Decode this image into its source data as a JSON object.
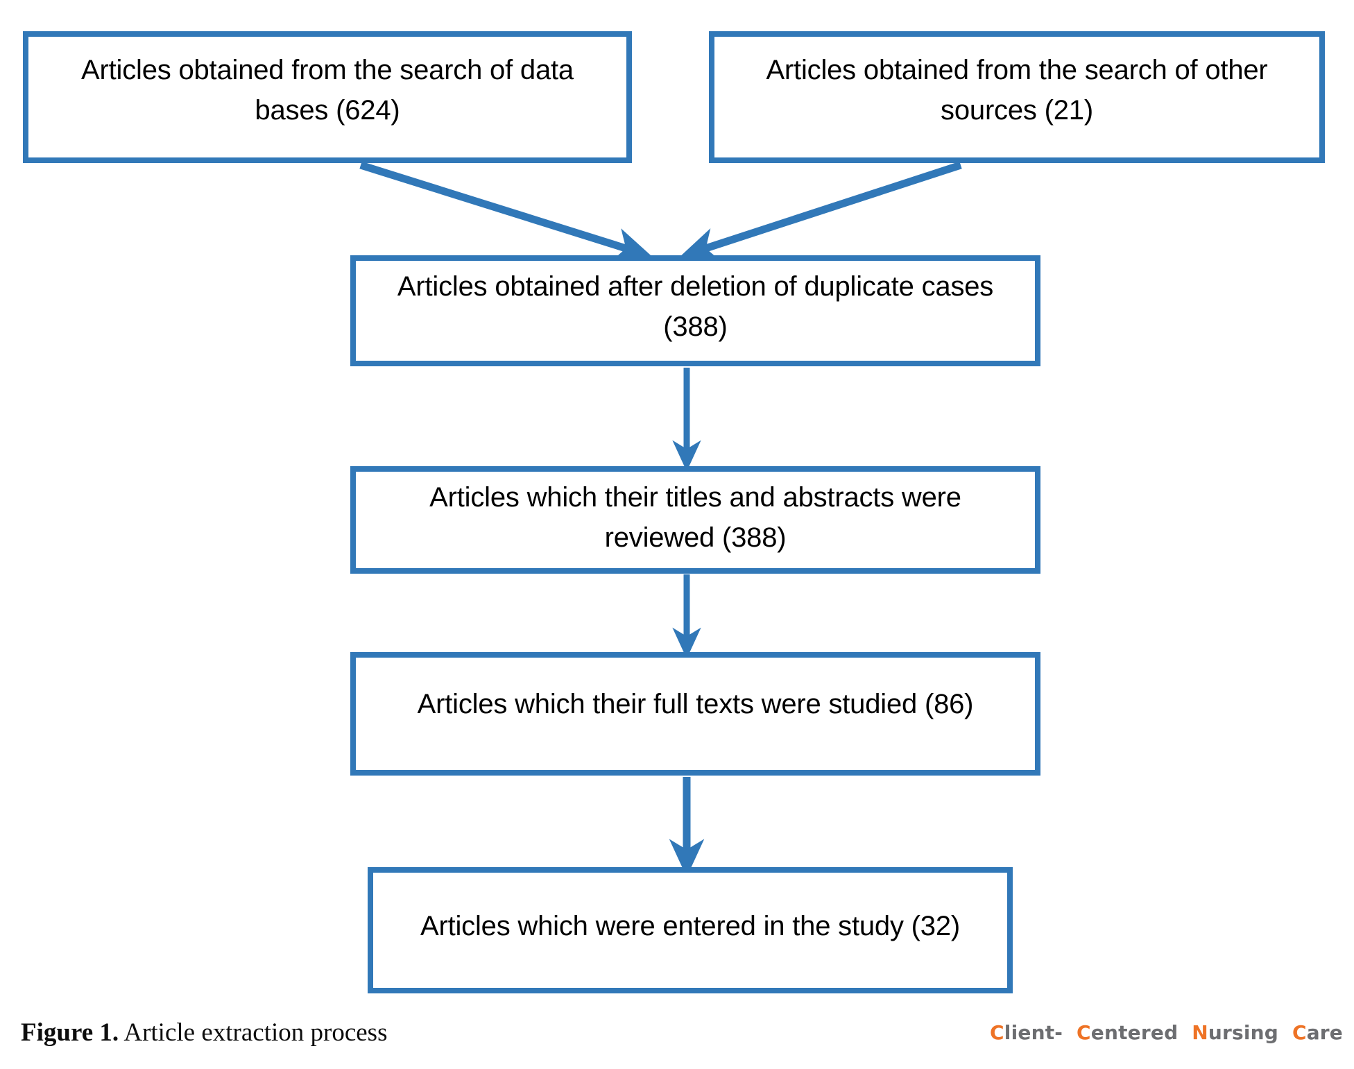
{
  "figure": {
    "caption_label": "Figure 1.",
    "caption_text": " Article extraction process",
    "accent_color": "#3178b8",
    "logo_orange": "#ee7326",
    "logo_gray": "#6d6e71"
  },
  "journal_logo": {
    "parts": [
      {
        "letter": "C",
        "rest": "lient-"
      },
      {
        "letter": "C",
        "rest": "entered"
      },
      {
        "letter": "N",
        "rest": "ursing"
      },
      {
        "letter": "C",
        "rest": "are"
      }
    ],
    "full_text": "Client- Centered Nursing Care"
  },
  "chart_data": {
    "type": "flowchart",
    "title": "Article extraction process",
    "nodes": [
      {
        "id": "n1",
        "label": "Articles obtained from the search of data bases (624)",
        "count": 624,
        "stage": "identification-databases"
      },
      {
        "id": "n2",
        "label": "Articles obtained from the search of other sources (21)",
        "count": 21,
        "stage": "identification-other"
      },
      {
        "id": "n3",
        "label": "Articles obtained after deletion of duplicate cases (388)",
        "count": 388,
        "stage": "deduplication"
      },
      {
        "id": "n4",
        "label": "Articles which their titles and abstracts were reviewed (388)",
        "count": 388,
        "stage": "screening"
      },
      {
        "id": "n5",
        "label": "Articles which their full texts were studied (86)",
        "count": 86,
        "stage": "eligibility"
      },
      {
        "id": "n6",
        "label": "Articles which were entered in the study (32)",
        "count": 32,
        "stage": "included"
      }
    ],
    "edges": [
      {
        "from": "n1",
        "to": "n3",
        "style": "diagonal-arrow"
      },
      {
        "from": "n2",
        "to": "n3",
        "style": "diagonal-arrow"
      },
      {
        "from": "n3",
        "to": "n4",
        "style": "vertical-arrow"
      },
      {
        "from": "n4",
        "to": "n5",
        "style": "vertical-arrow"
      },
      {
        "from": "n5",
        "to": "n6",
        "style": "vertical-arrow"
      }
    ]
  }
}
